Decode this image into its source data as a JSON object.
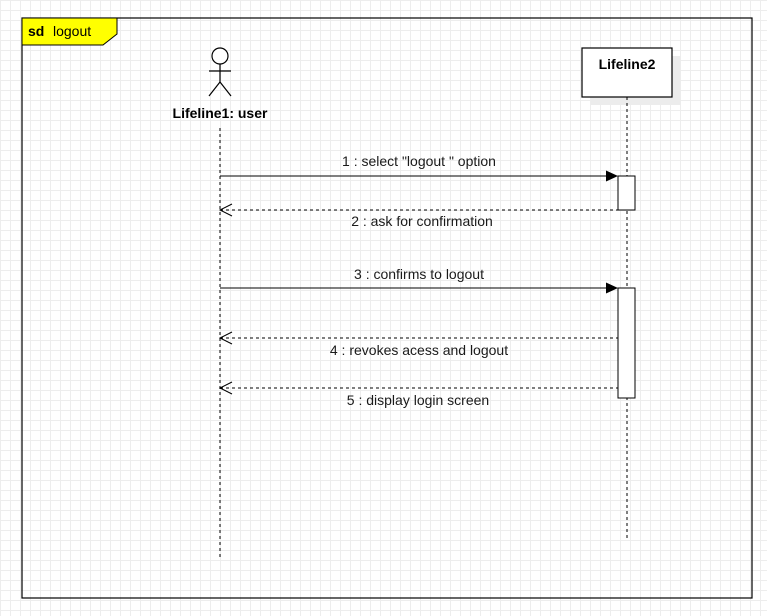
{
  "frame": {
    "kind": "sd",
    "name": "logout"
  },
  "lifelines": [
    {
      "label": "Lifeline1: user",
      "type": "actor"
    },
    {
      "label": "Lifeline2",
      "type": "object"
    }
  ],
  "messages": [
    {
      "label": "1 : select \"logout \" option",
      "kind": "sync"
    },
    {
      "label": "2 : ask for confirmation",
      "kind": "return"
    },
    {
      "label": "3 : confirms to logout",
      "kind": "sync"
    },
    {
      "label": "4 : revokes acess and logout",
      "kind": "return"
    },
    {
      "label": "5 : display login screen",
      "kind": "return"
    }
  ],
  "colors": {
    "frame_tab": "#ffff00",
    "line": "#000000"
  }
}
